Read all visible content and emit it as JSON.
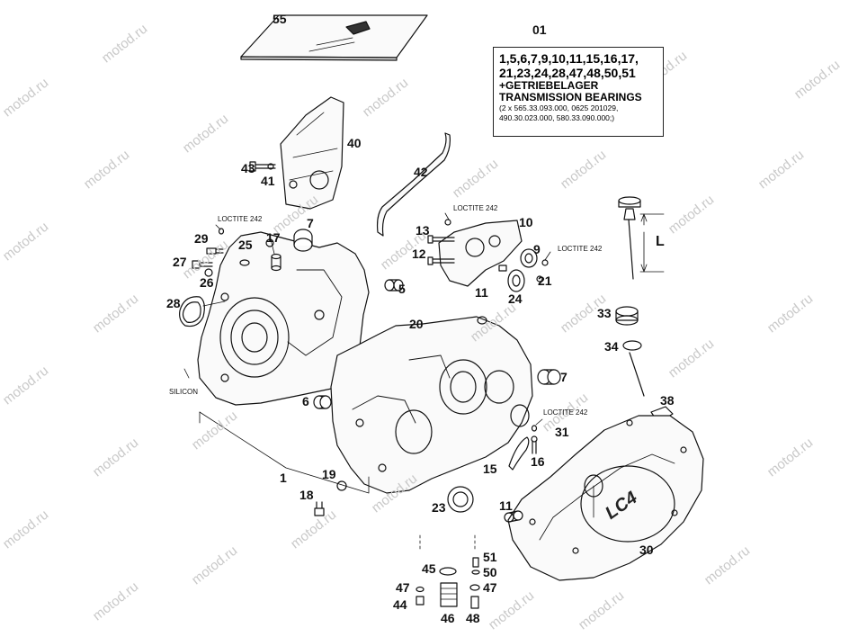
{
  "watermark": "motod.ru",
  "kit_number": "01",
  "kit_box": {
    "parts_line_1": "1,5,6,7,9,10,11,15,16,17,",
    "parts_line_2": "21,23,24,28,47,48,50,51",
    "bearing_de": "+GETRIEBELAGER",
    "bearing_en": "TRANSMISSION BEARINGS",
    "ref_line_1": "(2 x 565.33.093.000, 0625 201029,",
    "ref_line_2": "490.30.023.000, 580.33.090.000;)"
  },
  "notes": {
    "loctite_1": "LOCTITE 242",
    "loctite_2": "LOCTITE 242",
    "loctite_3": "LOCTITE 242",
    "loctite_4": "LOCTITE 242",
    "silicon": "SILICON",
    "length_label": "L"
  },
  "cover_logo": "LC4",
  "callouts": {
    "c55": "55",
    "c01": "01",
    "c40": "40",
    "c43": "43",
    "c41": "41",
    "c42": "42",
    "c7": "7",
    "c29": "29",
    "c25": "25",
    "c17": "17",
    "c27": "27",
    "c26": "26",
    "c28": "28",
    "c5": "5",
    "c13": "13",
    "c10": "10",
    "c12": "12",
    "c9": "9",
    "c21": "21",
    "c11a": "11",
    "c24": "24",
    "c20": "20",
    "c33": "33",
    "c34": "34",
    "c7b": "7",
    "c6": "6",
    "c38": "38",
    "c31": "31",
    "c16": "16",
    "c15": "15",
    "c1": "1",
    "c19": "19",
    "c18": "18",
    "c23": "23",
    "c11b": "11",
    "c30": "30",
    "c51": "51",
    "c45": "45",
    "c50": "50",
    "c47a": "47",
    "c47b": "47",
    "c44": "44",
    "c46": "46",
    "c48": "48"
  }
}
